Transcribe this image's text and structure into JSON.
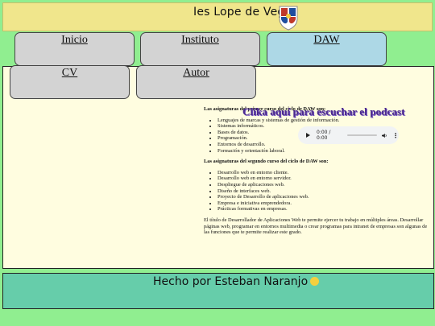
{
  "header": {
    "title": "Ies Lope de Vega"
  },
  "nav": {
    "inicio": "Inicio",
    "instituto": "Instituto",
    "daw": "DAW",
    "cv": "CV",
    "autor": "Autor"
  },
  "podcast_link": "Clika aquí para escuchar el podcast",
  "audio": {
    "time": "0:00 / 0:00"
  },
  "content": {
    "first_heading": "Las asignaturas del primer curso del ciclo de DAW son:",
    "first_items": [
      "Lenguajes de marcas y sistemas de gestión de información.",
      "Sistemas informáticos.",
      "Bases de datos.",
      "Programación.",
      "Entornos de desarrollo.",
      "Formación y orientación laboral."
    ],
    "second_heading": "Las asignaturas del segundo curso del ciclo de DAW son:",
    "second_items": [
      "Desarrollo web en entorno cliente.",
      "Desarrollo web en entorno servidor.",
      "Despliegue de aplicaciones web.",
      "Diseño de interfaces web.",
      "Proyecto de Desarrollo de aplicaciones web.",
      "Empresa e iniciativa emprendedora.",
      "Prácticas formativas en empresas."
    ],
    "paragraph": "El título de Desarrollador de Aplicaciones Web te permite ejercer tu trabajo en múltiples áreas. Desarrollar páginas web, programar en entornos multimedia o crear programas para intranet de empresas son algunas de las funciones que te permite realizar este grado."
  },
  "footer": {
    "text": "Hecho por Esteban Naranjo"
  },
  "colors": {
    "page_bg": "#90ee90",
    "header_bg": "#f0e68c",
    "main_bg": "#fffde0",
    "nav_bg": "#d3d3d3",
    "nav_active_bg": "#add8e6",
    "footer_bg": "#66cdaa",
    "podcast_text": "#4b2a8c"
  },
  "icons": {
    "crest": "school-crest-icon",
    "smiley": "smiley-icon",
    "play": "play-icon",
    "volume": "volume-icon",
    "more": "more-options-icon"
  }
}
